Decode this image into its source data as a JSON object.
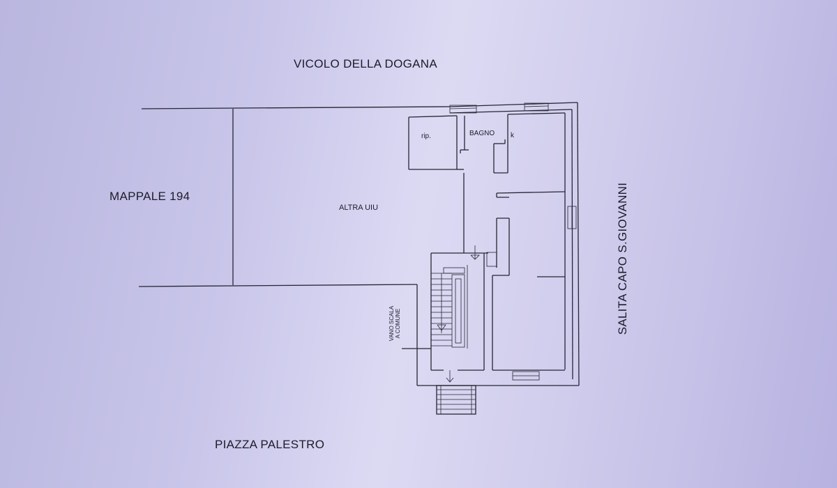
{
  "streets": {
    "north": "VICOLO DELLA DOGANA",
    "south": "PIAZZA PALESTRO",
    "east": "SALITA CAPO S.GIOVANNI",
    "west": "MAPPALE 194"
  },
  "rooms": {
    "storage": "rip.",
    "bathroom": "BAGNO",
    "kitchen": "k",
    "other_unit": "ALTRA UIU"
  },
  "stair_label": {
    "line1": "VANO SCALA",
    "line2": "A COMUNE"
  }
}
